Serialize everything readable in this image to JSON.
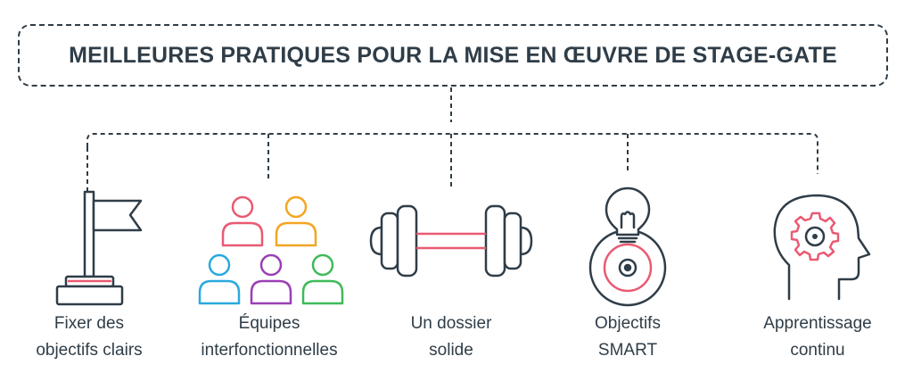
{
  "title": "MEILLEURES PRATIQUES POUR LA MISE EN ŒUVRE DE STAGE-GATE",
  "colors": {
    "ink": "#2f3d48",
    "pink": "#ea5a72",
    "orange": "#f3a623",
    "blue": "#2aa9de",
    "purple": "#9b3fb5",
    "green": "#3fba5a"
  },
  "items": [
    {
      "icon": "flag-icon",
      "line1": "Fixer des",
      "line2": "objectifs clairs"
    },
    {
      "icon": "team-icon",
      "line1": "Équipes",
      "line2": "interfonctionnelles"
    },
    {
      "icon": "dumbbell-icon",
      "line1": "Un dossier",
      "line2": "solide"
    },
    {
      "icon": "lightbulb-target-icon",
      "line1": "Objectifs",
      "line2": "SMART"
    },
    {
      "icon": "head-gear-icon",
      "line1": "Apprentissage",
      "line2": "continu"
    }
  ]
}
